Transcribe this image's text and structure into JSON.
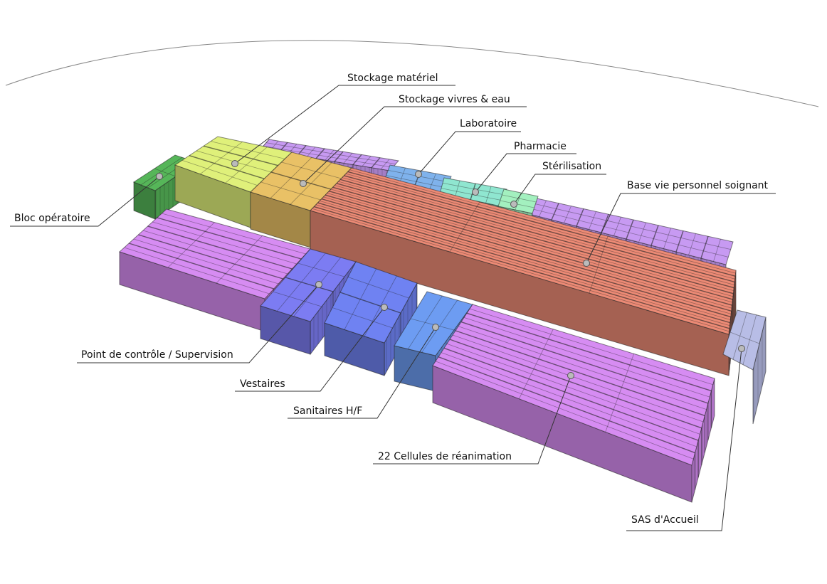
{
  "labels": {
    "stockage_materiel": "Stockage matériel",
    "stockage_vivres": "Stockage vivres & eau",
    "laboratoire": "Laboratoire",
    "pharmacie": "Pharmacie",
    "sterilisation": "Stérilisation",
    "base_vie": "Base vie personnel soignant",
    "bloc_operatoire": "Bloc opératoire",
    "point_controle": "Point de contrôle / Supervision",
    "vestaires": "Vestaires",
    "sanitaires": "Sanitaires H/F",
    "cellules": "22 Cellules de réanimation",
    "sas_accueil": "SAS d'Accueil"
  },
  "colors": {
    "bloc": "#56b659",
    "stockage_materiel": "#dff07a",
    "stockage_vivres": "#e9c166",
    "laboratoire": "#7fb2ec",
    "pharmacie": "#8fe6d0",
    "sterilisation": "#a3f0bf",
    "base_vie": "#ec8a75",
    "reanimation": "#d68cf2",
    "supervision": "#7c7cf2",
    "vestaires": "#6f82f2",
    "sanitaires": "#6d9cf2",
    "sas": "#b8bde6",
    "back_purple": "#c79af2",
    "line": "#555555"
  }
}
